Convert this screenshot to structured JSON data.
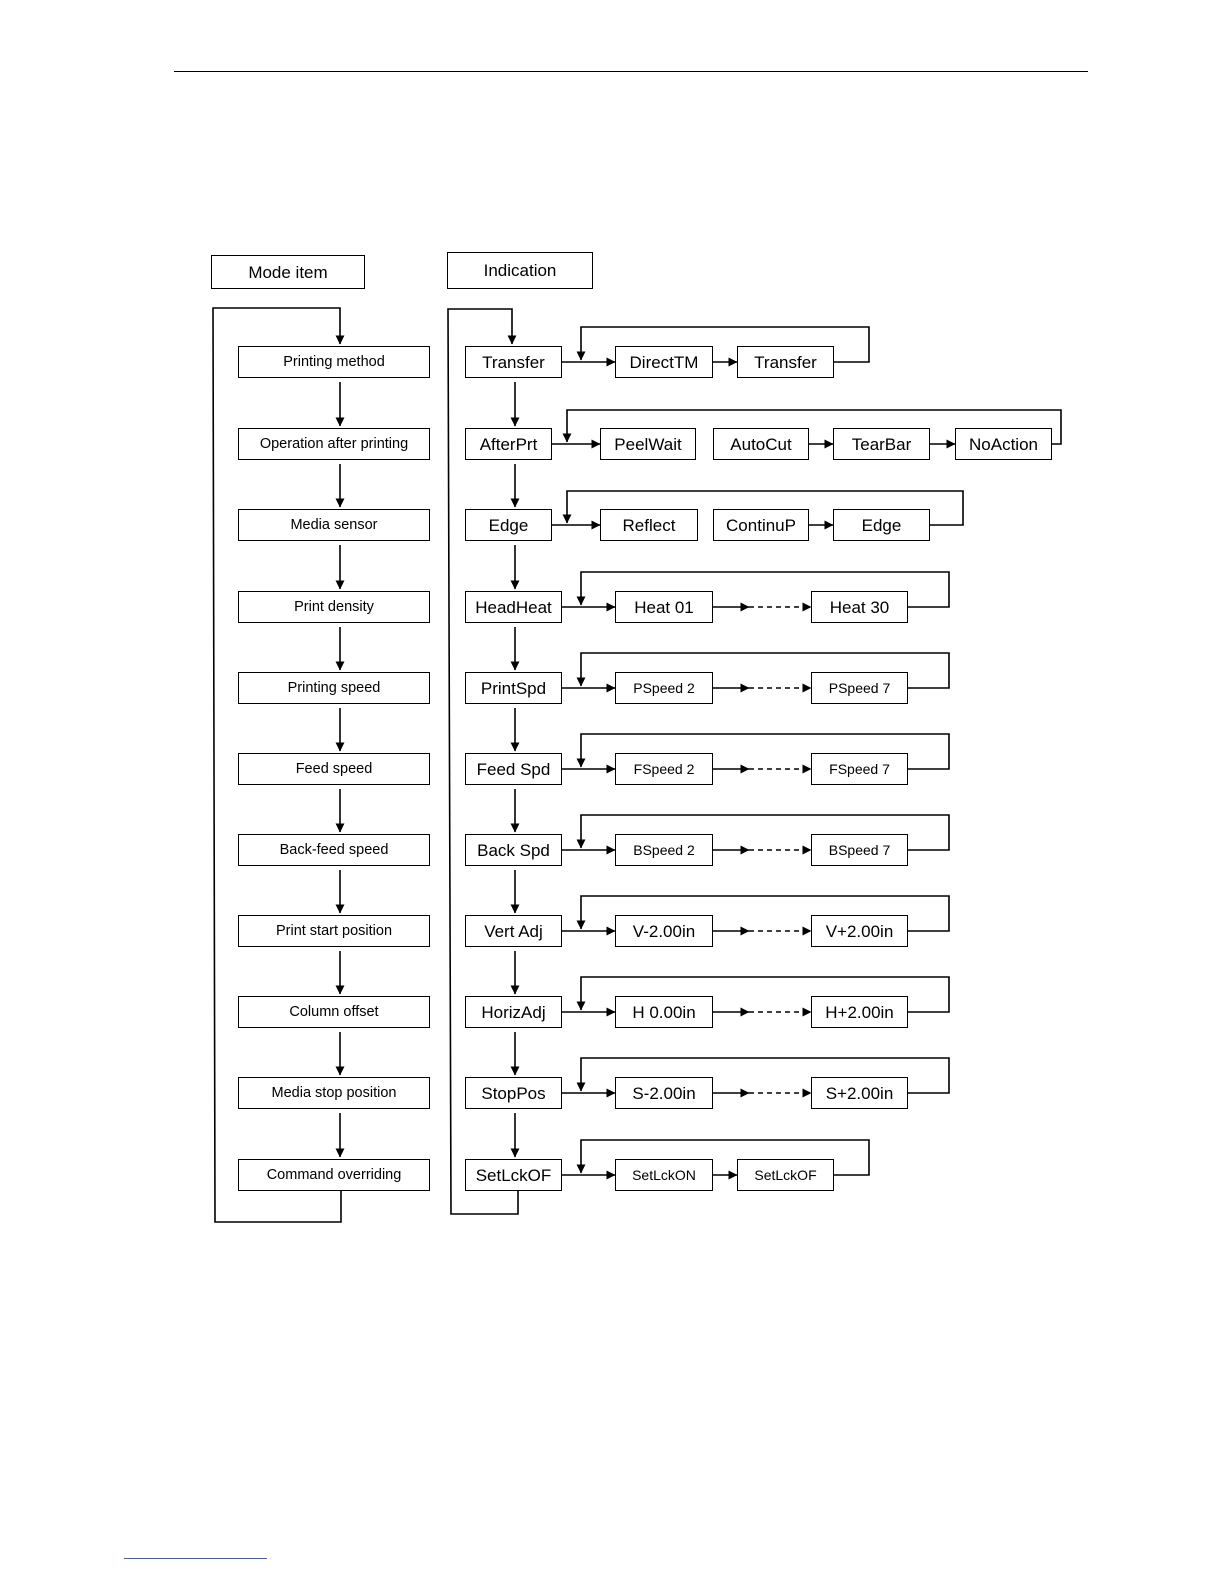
{
  "headers": {
    "mode_item": "Mode item",
    "indication": "Indication"
  },
  "rows": [
    {
      "mode": "Printing method",
      "indication": "Transfer",
      "options": [
        "DirectTM",
        "Transfer"
      ],
      "pattern": "toggle",
      "small": false
    },
    {
      "mode": "Operation after printing",
      "indication": "AfterPrt",
      "options": [
        "PeelWait",
        "AutoCut",
        "TearBar",
        "NoAction"
      ],
      "pattern": "cycle4",
      "small": false
    },
    {
      "mode": "Media sensor",
      "indication": "Edge",
      "options": [
        "Reflect",
        "ContinuP",
        "Edge"
      ],
      "pattern": "cycle3",
      "small": false
    },
    {
      "mode": "Print density",
      "indication": "HeadHeat",
      "options": [
        "Heat 01",
        "Heat 30"
      ],
      "pattern": "range",
      "small": false
    },
    {
      "mode": "Printing speed",
      "indication": "PrintSpd",
      "options": [
        "PSpeed 2",
        "PSpeed 7"
      ],
      "pattern": "range",
      "small": true
    },
    {
      "mode": "Feed speed",
      "indication": "Feed Spd",
      "options": [
        "FSpeed 2",
        "FSpeed 7"
      ],
      "pattern": "range",
      "small": true
    },
    {
      "mode": "Back-feed speed",
      "indication": "Back Spd",
      "options": [
        "BSpeed 2",
        "BSpeed 7"
      ],
      "pattern": "range",
      "small": true
    },
    {
      "mode": "Print start position",
      "indication": "Vert Adj",
      "options": [
        "V-2.00in",
        "V+2.00in"
      ],
      "pattern": "range",
      "small": false
    },
    {
      "mode": "Column offset",
      "indication": "HorizAdj",
      "options": [
        "H 0.00in",
        "H+2.00in"
      ],
      "pattern": "range",
      "small": false
    },
    {
      "mode": "Media stop position",
      "indication": "StopPos",
      "options": [
        "S-2.00in",
        "S+2.00in"
      ],
      "pattern": "range",
      "small": false
    },
    {
      "mode": "Command overriding",
      "indication": "SetLckOF",
      "options": [
        "SetLckON",
        "SetLckOF"
      ],
      "pattern": "toggle",
      "small": true
    }
  ]
}
